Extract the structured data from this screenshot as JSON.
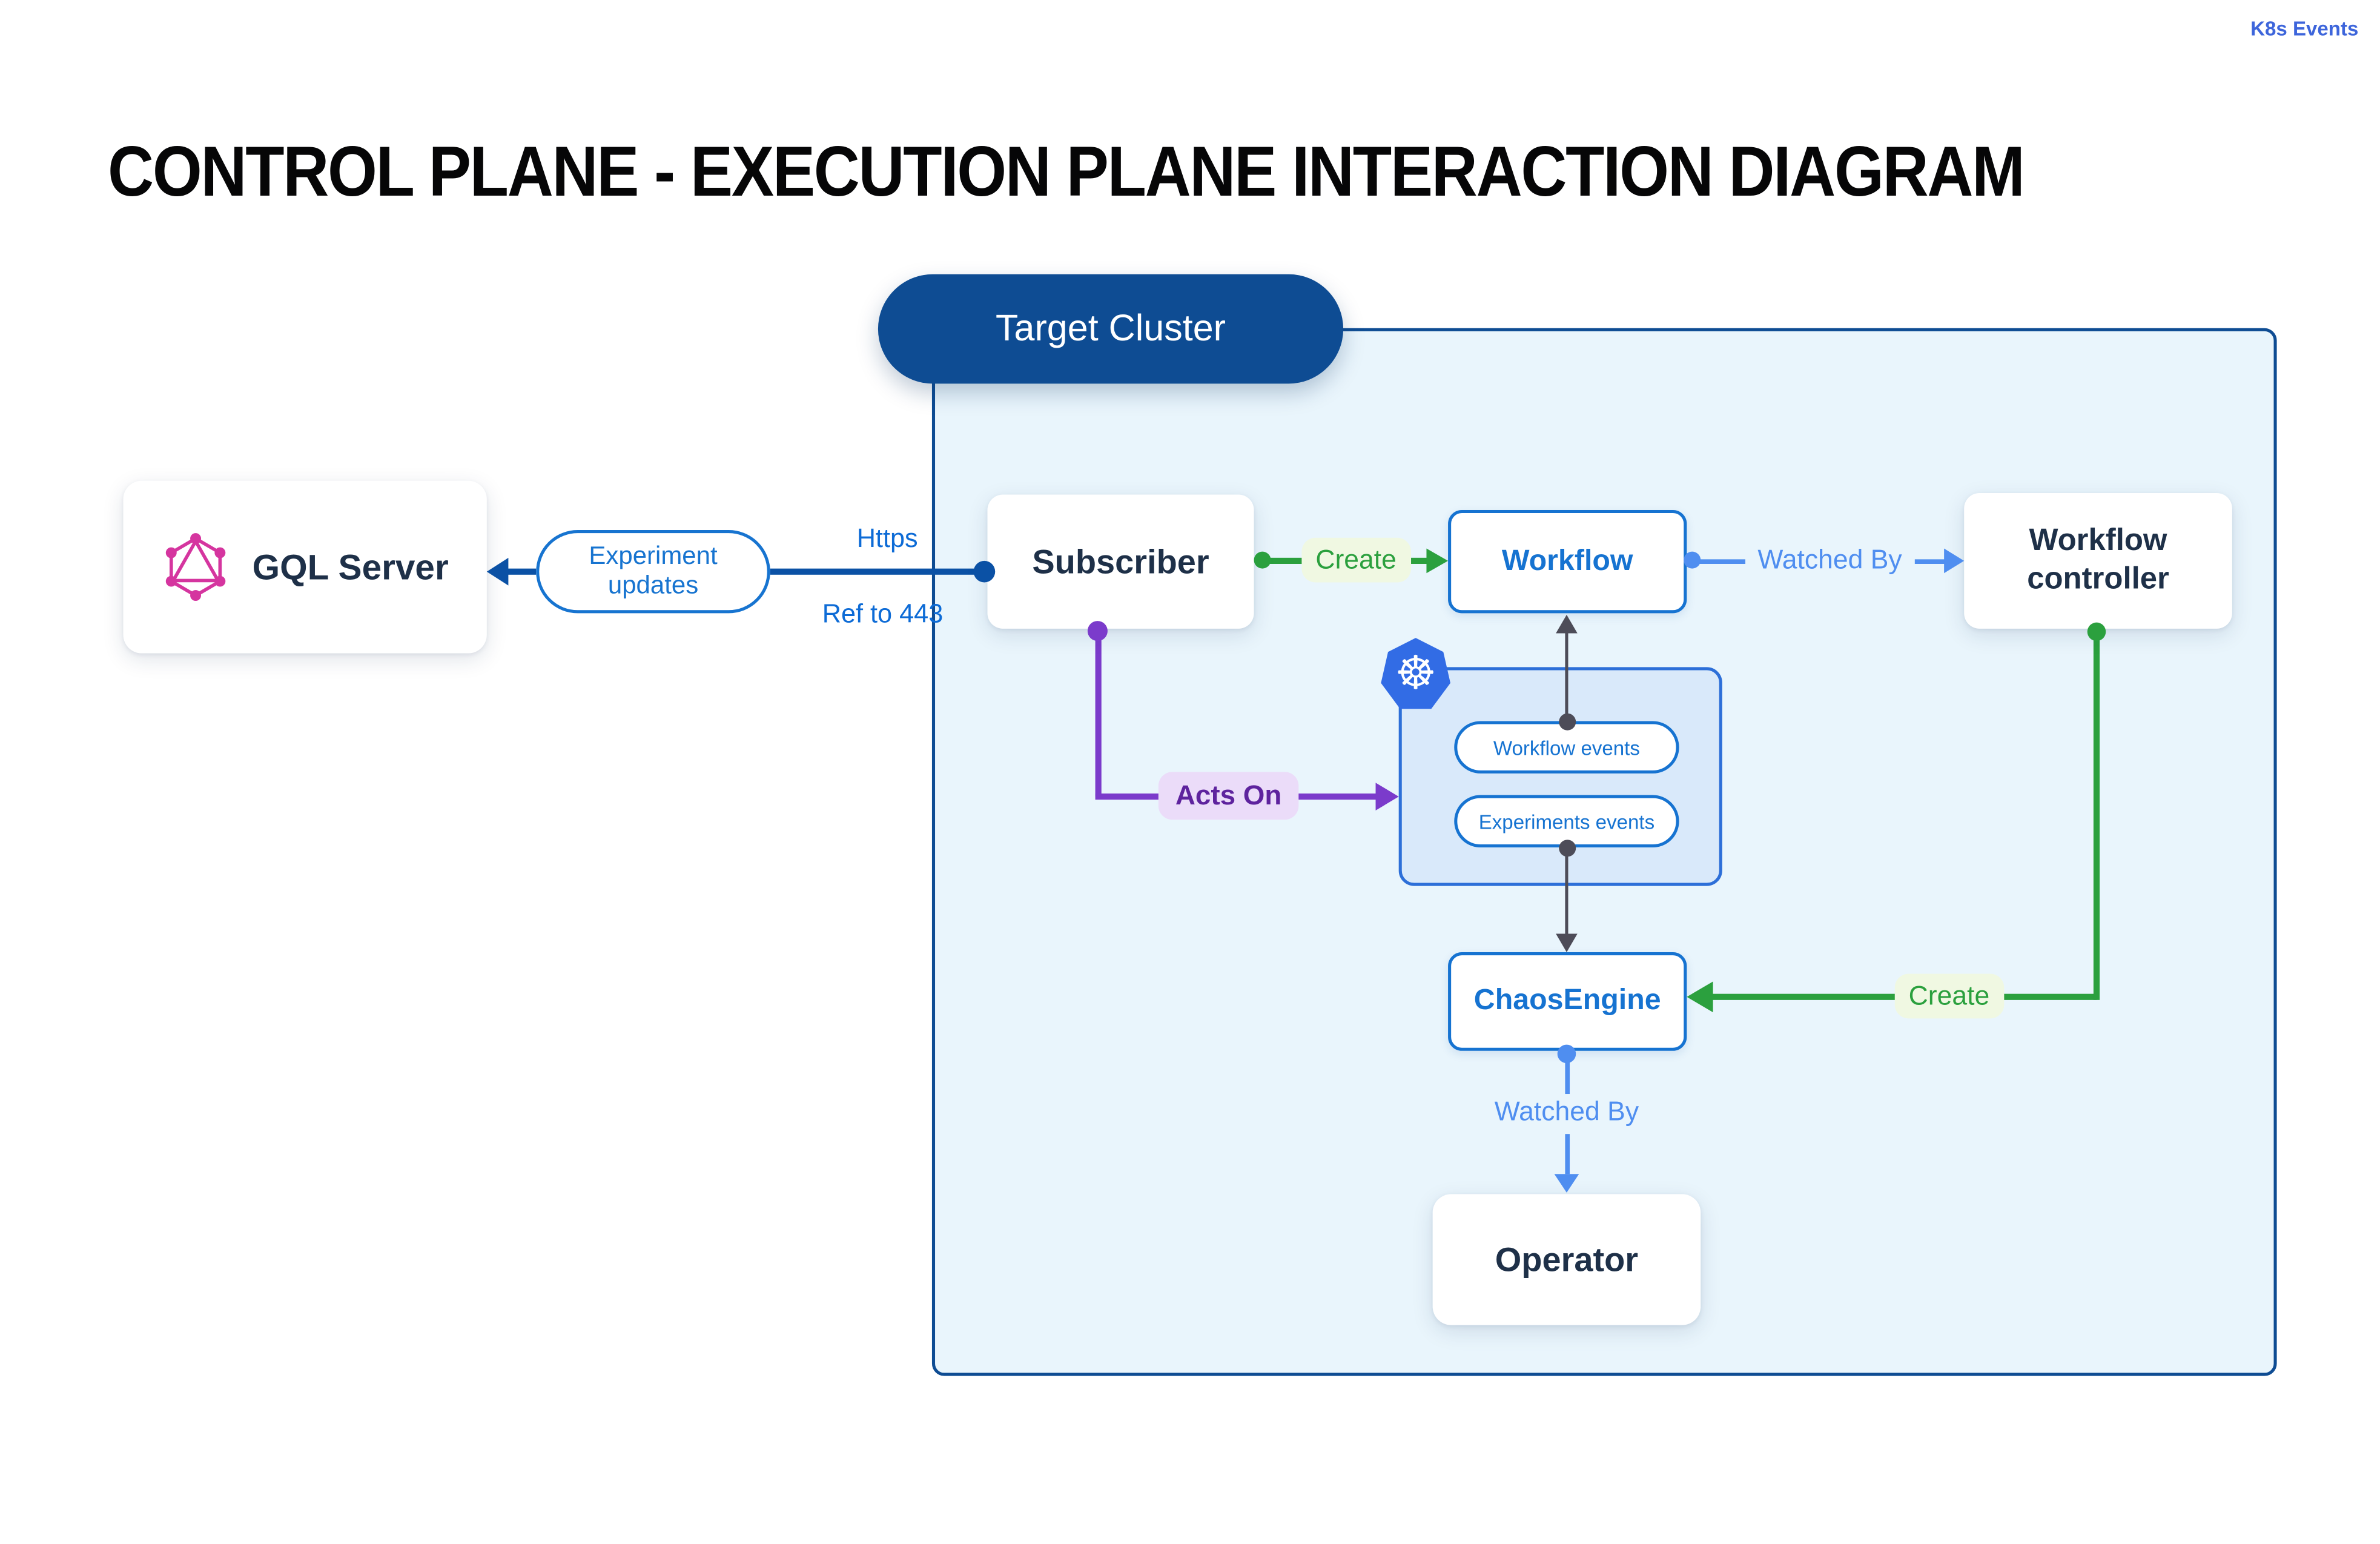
{
  "title": "CONTROL PLANE - EXECUTION PLANE INTERACTION DIAGRAM",
  "cluster": {
    "label": "Target Cluster",
    "events_group_label": "K8s Events"
  },
  "nodes": {
    "gql_server": "GQL Server",
    "subscriber": "Subscriber",
    "workflow": "Workflow",
    "workflow_controller": "Workflow controller",
    "workflow_events": "Workflow events",
    "experiments_events": "Experiments events",
    "chaos_engine": "ChaosEngine",
    "operator": "Operator"
  },
  "edges": {
    "experiment_updates": "Experiment updates",
    "https": "Https",
    "ref_443": "Ref to 443",
    "create_workflow": "Create",
    "watched_by_workflow": "Watched By",
    "acts_on": "Acts On",
    "create_chaosengine": "Create",
    "watched_by_operator": "Watched By"
  },
  "icons": {
    "graphql": "graphql-icon",
    "kubernetes": "kubernetes-icon",
    "kubernetes_glyph": "☸"
  },
  "colors": {
    "cluster_border": "#0E4C93",
    "cluster_fill": "#E9F5FC",
    "box_blue": "#1673D1",
    "main_line_blue": "#0B51A5",
    "label_blue": "#0D6BD6",
    "watched_by_blue": "#4F8EF0",
    "k8s_label_blue": "#3D65DB",
    "kubernetes_blue": "#326CE5",
    "k8s_fill": "#D9E9FA",
    "green": "#2BA03E",
    "green_bg": "#F0F8E2",
    "purple_line": "#7B3BCB",
    "purple_text": "#5E239E",
    "purple_bg": "#EBDCF9",
    "graphql_pink": "#D5359F",
    "navy_text": "#1E3048",
    "connector_gray": "#4D4C58"
  }
}
